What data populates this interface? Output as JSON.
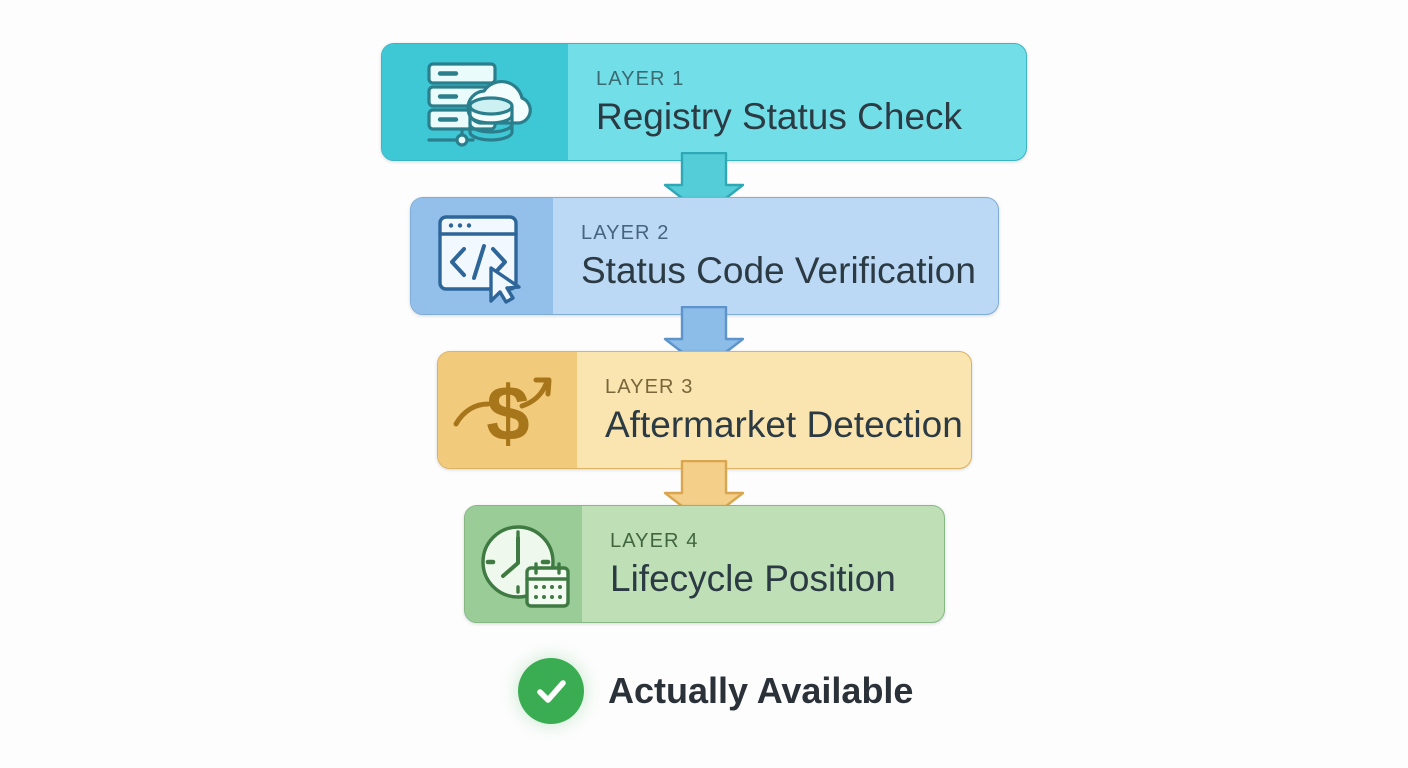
{
  "diagram": {
    "background_color": "#fdfdfd",
    "layers": [
      {
        "kicker": "LAYER 1",
        "title": "Registry Status Check",
        "icon": "server-cloud-database-icon",
        "panel_color": "#3ec8d6",
        "body_color": "#72dee8",
        "border_color": "#3bb4c4",
        "arrow_color": "#55cdd9"
      },
      {
        "kicker": "LAYER 2",
        "title": "Status Code Verification",
        "icon": "browser-code-cursor-icon",
        "panel_color": "#93c0ea",
        "body_color": "#bbd8f5",
        "border_color": "#7fadd8",
        "arrow_color": "#8cbce8"
      },
      {
        "kicker": "LAYER 3",
        "title": "Aftermarket Detection",
        "icon": "dollar-arrow-icon",
        "panel_color": "#f1ca7c",
        "body_color": "#fae5b0",
        "border_color": "#ddb261",
        "arrow_color": "#f4cf8a"
      },
      {
        "kicker": "LAYER 4",
        "title": "Lifecycle Position",
        "icon": "clock-calendar-icon",
        "panel_color": "#99cc97",
        "body_color": "#bfe0b6",
        "border_color": "#86b784",
        "arrow_color": ""
      }
    ],
    "result": {
      "label": "Actually Available",
      "icon": "check-circle-icon",
      "color": "#3aad52"
    }
  }
}
